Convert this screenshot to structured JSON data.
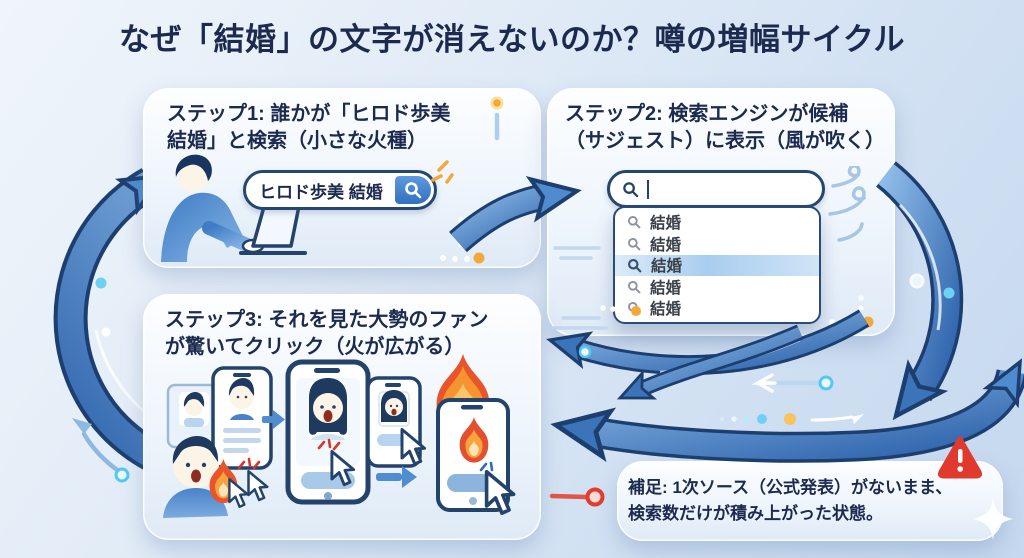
{
  "title": "なぜ「結婚」の文字が消えないのか？噂の増幅サイクル",
  "steps": {
    "step1": {
      "label": "ステップ1: 誰かが「ヒロド歩美\n結婚」と検索（小さな火種）",
      "search_query": "ヒロド歩美 結婚"
    },
    "step2": {
      "label": "ステップ2: 検索エンジンが候補\n（サジェスト）に表示（風が吹く）",
      "search_value": "",
      "suggestions": [
        "結婚",
        "結婚",
        "結婚",
        "結婚",
        "結婚"
      ],
      "highlighted_index": 2
    },
    "step3": {
      "label": "ステップ3: それを見た大勢のファン\nが驚いてクリック（火が広がる）"
    }
  },
  "note": {
    "text": "補足: 1次ソース（公式発表）がないまま、\n検索数だけが積み上がった状態。"
  },
  "icons": {
    "search": "magnifying-glass",
    "cursor": "mouse-pointer",
    "fire": "flame",
    "wind": "wind-swirl",
    "warning": "red-alert-triangle",
    "sparkle": "four-point-star",
    "cycle": "circular-arrows"
  },
  "colors": {
    "background_top": "#f0f5fb",
    "background_bottom": "#c5d8ef",
    "card_fill": "#f6fafe",
    "title_text": "#1d2a4f",
    "arrow_blue": "#4b88cd",
    "arrow_outline": "#1d3f70",
    "search_border": "#27466e",
    "search_button": "#3f86d6",
    "highlight_row": "#a9cdef",
    "fire_orange": "#f59f35",
    "fire_red": "#e8552c",
    "warning_red": "#e0392e",
    "accent_orange": "#f2a93a"
  }
}
